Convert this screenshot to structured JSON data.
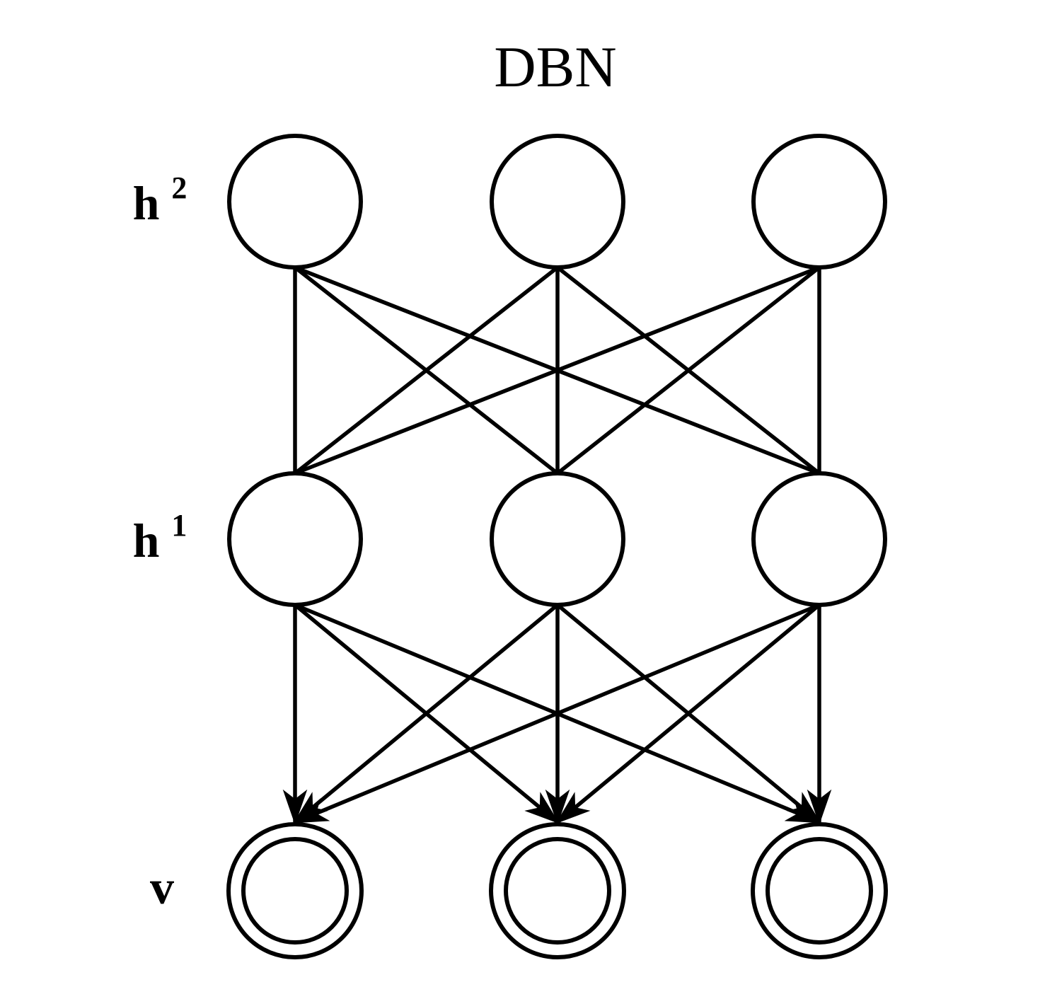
{
  "diagram": {
    "title": "DBN",
    "type": "neural-network-diagram",
    "colors": {
      "stroke": "#000000",
      "node_fill": "#ffffff",
      "background": "#ffffff"
    },
    "layers": [
      {
        "id": "h2",
        "label_base": "h",
        "label_sup": "2",
        "node_count": 3,
        "node_style": "circle",
        "position": "top"
      },
      {
        "id": "h1",
        "label_base": "h",
        "label_sup": "1",
        "node_count": 3,
        "node_style": "circle",
        "position": "middle"
      },
      {
        "id": "v",
        "label_base": "v",
        "label_sup": "",
        "node_count": 3,
        "node_style": "double-circle",
        "position": "bottom"
      }
    ],
    "connections": [
      {
        "from": "h2",
        "to": "h1",
        "type": "undirected",
        "topology": "fully-connected",
        "edge_count": 9
      },
      {
        "from": "h1",
        "to": "v",
        "type": "directed-arrow",
        "topology": "fully-connected",
        "edge_count": 9
      }
    ]
  }
}
